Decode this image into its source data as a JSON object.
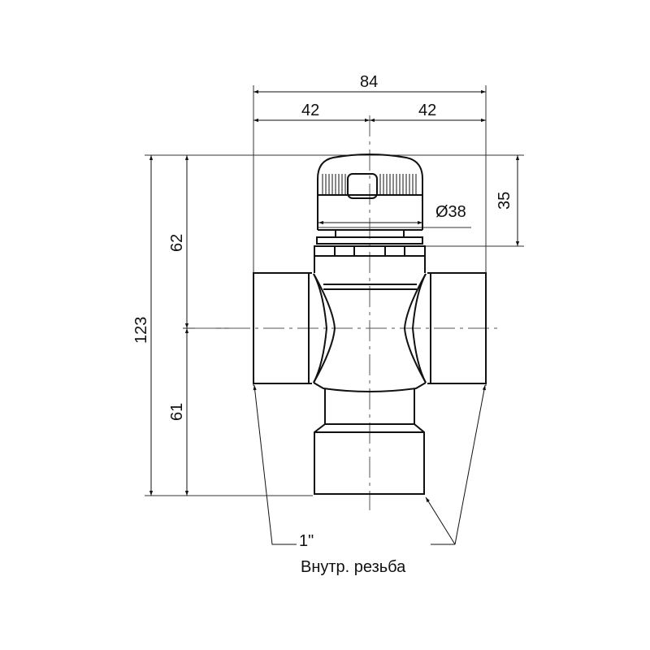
{
  "drawing": {
    "type": "technical-drawing",
    "subject": "threaded valve body with cap",
    "line_color": "#111111",
    "dimensions": {
      "overall_width": "84",
      "left_half": "42",
      "right_half": "42",
      "cap_diameter": "Ø38",
      "cap_height": "35",
      "overall_height": "123",
      "upper_height": "62",
      "lower_height": "61"
    },
    "callout": {
      "thread_size": "1\"",
      "thread_note": "Внутр. резьба"
    }
  }
}
